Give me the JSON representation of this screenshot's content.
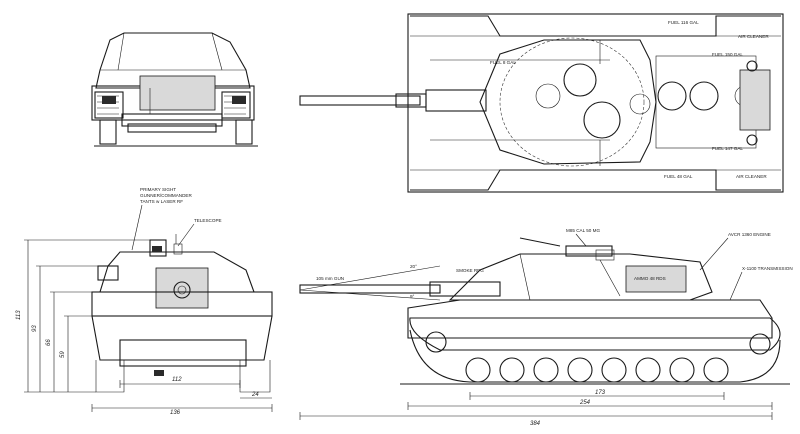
{
  "labels": {
    "primary_sight": [
      "PRIMARY SIGHT",
      "GUNNER/COMMANDER",
      "TANTS w LASER RF"
    ],
    "telescope": "TELESCOPE",
    "fuel_upper_left": "FUEL 116 GAL",
    "fuel_left_mid": "FUEL 8 GAL",
    "air_cleaner_top": "AIR CLEANER",
    "fuel_right_upper": "FUEL 150 GAL",
    "fuel_right_mid": "FUEL 147 GAL",
    "fuel_lower": "FUEL 48 GAL",
    "air_cleaner_bottom": "AIR CLEANER",
    "mg_label": "M85 CAL 50 MG",
    "main_gun": "105 mm GUN",
    "smoke": "SMOKE RPG",
    "ammo": "AMMO 48 RDS",
    "engine": "AVCR 1360 ENGINE",
    "transmission": "X-1100 TRANSMISSION",
    "angle_plus": "20°",
    "angle_minus": "9°"
  },
  "dimensions": {
    "front_height_total": "113",
    "front_height_turret": "93",
    "front_height_hull": "66",
    "front_height_lower": "59",
    "front_width_inner": "112",
    "front_width_total": "136",
    "front_track": "24",
    "side_length_hull": "254",
    "side_length_total": "384",
    "side_track_ground": "173"
  },
  "colors": {
    "ink": "#1a1a1a",
    "paper": "#ffffff",
    "shade": "#d9d9d9"
  }
}
